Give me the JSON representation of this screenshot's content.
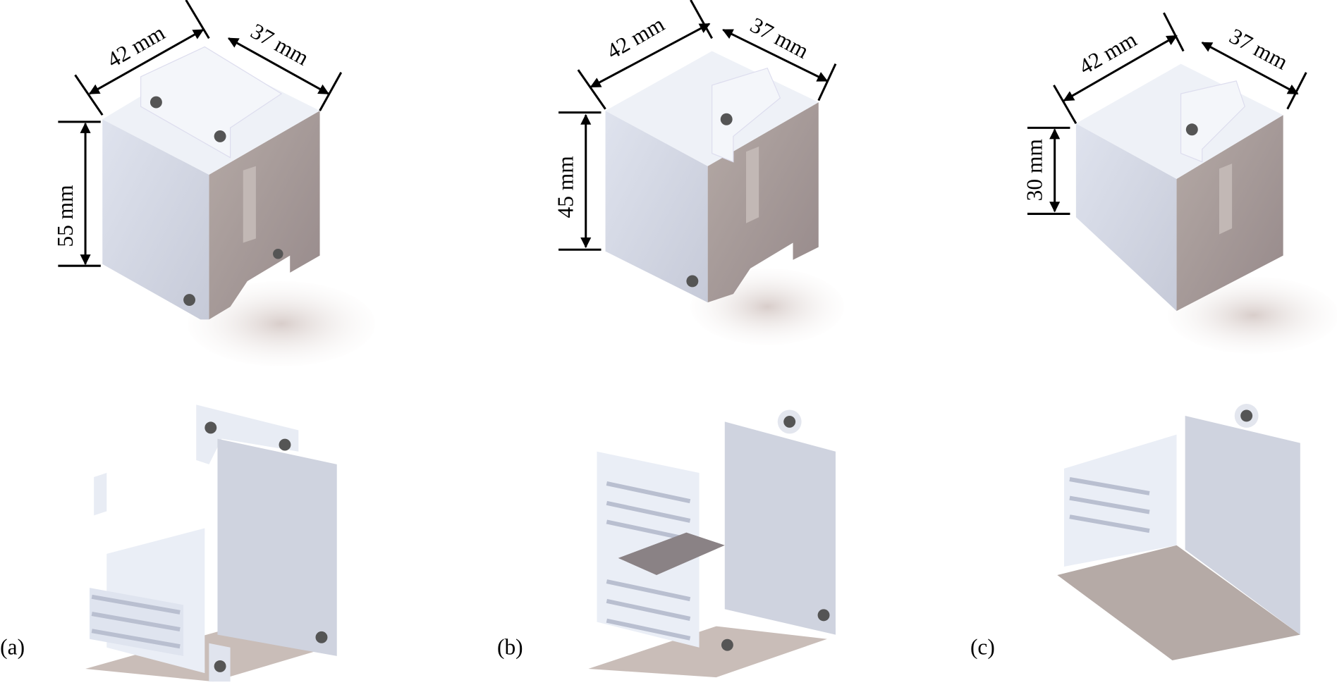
{
  "figure": {
    "panels": [
      {
        "label": "(a)",
        "dims": {
          "width": "42 mm",
          "depth": "37 mm",
          "height": "55 mm"
        }
      },
      {
        "label": "(b)",
        "dims": {
          "width": "42 mm",
          "depth": "37 mm",
          "height": "45 mm"
        }
      },
      {
        "label": "(c)",
        "dims": {
          "width": "42 mm",
          "depth": "37 mm",
          "height": "30 mm"
        }
      }
    ],
    "colors": {
      "front": "#d3d7e2",
      "side": "#a89c98",
      "top": "#eef1f7",
      "shadow": "#c9bdb8"
    }
  }
}
